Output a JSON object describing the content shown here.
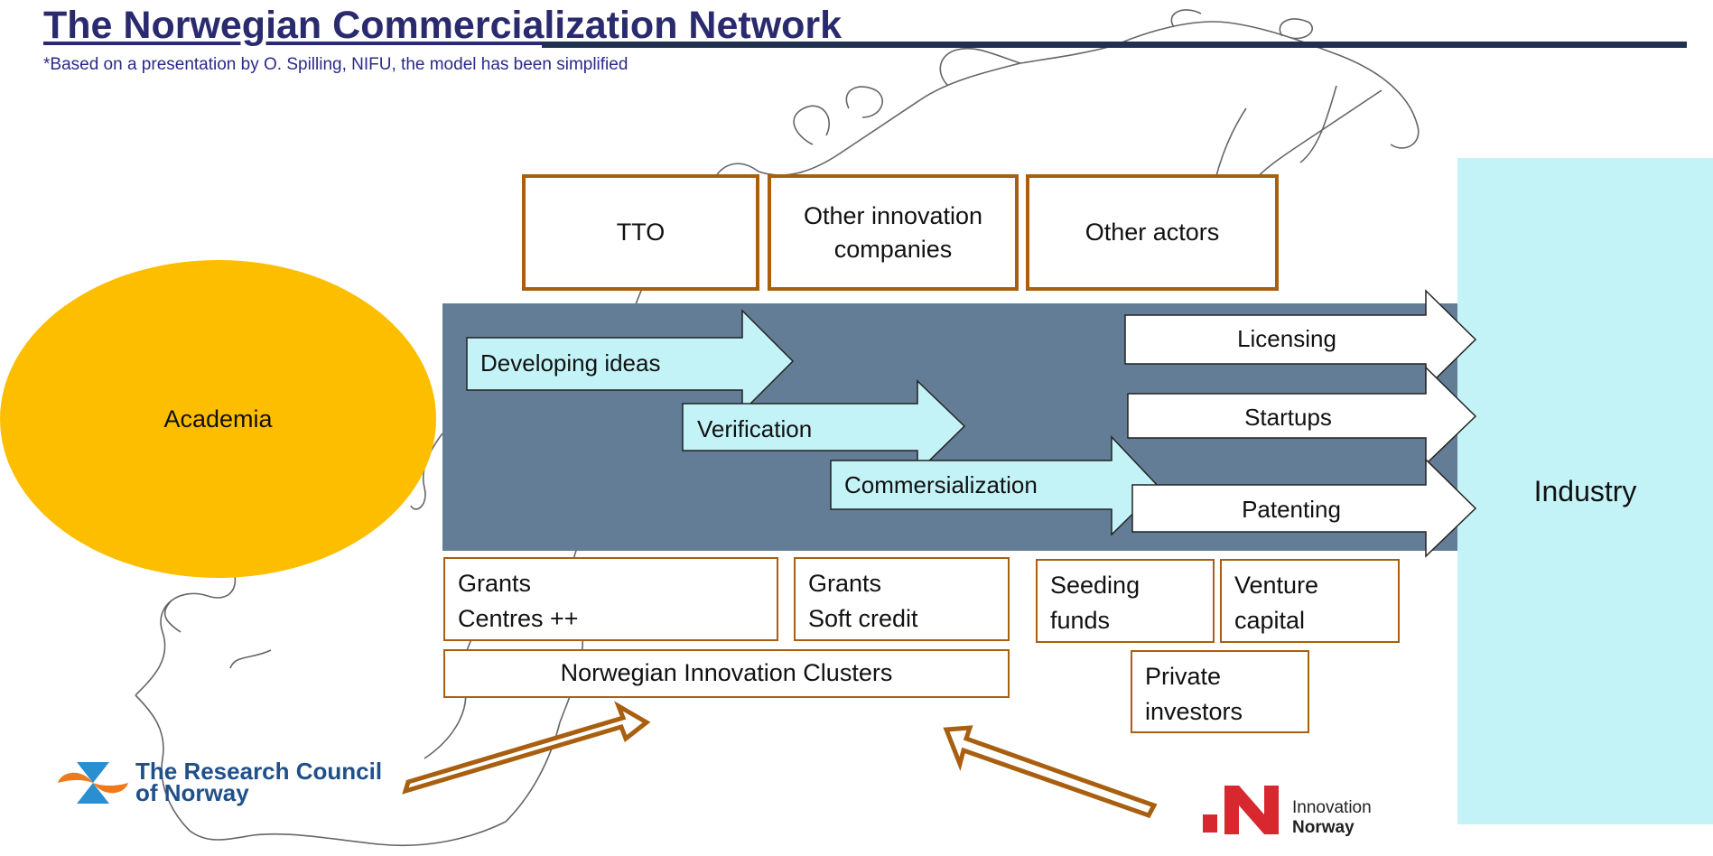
{
  "header": {
    "title": "The Norwegian Commercialization Network",
    "subtitle": "*Based on a presentation by O. Spilling, NIFU, the model has been simplified"
  },
  "actors": [
    "TTO",
    "Other innovation companies",
    "Other actors"
  ],
  "academia_label": "Academia",
  "industry_label": "Industry",
  "process_arrows": [
    "Developing ideas",
    "Verification",
    "Commersialization"
  ],
  "output_arrows": [
    "Licensing",
    "Startups",
    "Patenting"
  ],
  "funding": {
    "grants_centres": "Grants\nCentres ++",
    "grants_soft_credit": "Grants\nSoft credit",
    "seeding_funds": "Seeding\nfunds",
    "venture_capital": "Venture\ncapital",
    "clusters": "Norwegian Innovation Clusters",
    "private_investors": "Private\ninvestors"
  },
  "logos": {
    "research_council": "The Research Council\nof Norway",
    "innovation_norway_line1": "Innovation",
    "innovation_norway_line2": "Norway"
  },
  "colors": {
    "academia": "#fdbe00",
    "industry": "#c4f3f7",
    "band": "#647d96",
    "box_border": "#a85f10",
    "title": "#2a2a6e"
  }
}
